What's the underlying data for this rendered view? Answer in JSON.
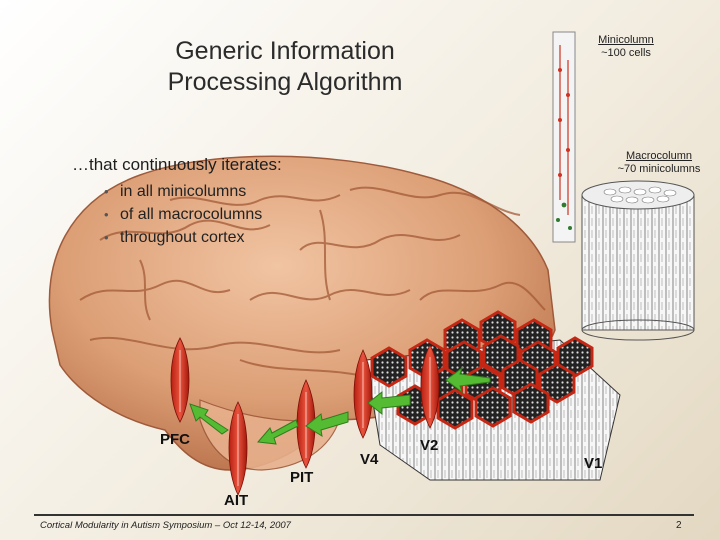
{
  "title": {
    "line1": "Generic Information",
    "line2": "Processing Algorithm"
  },
  "lead": "…that continuously iterates:",
  "bullets": [
    "in all minicolumns",
    "of all macrocolumns",
    "throughout cortex"
  ],
  "minicolumn": {
    "label": "Minicolumn",
    "sub": "~100 cells"
  },
  "macrocolumn": {
    "label": "Macrocolumn",
    "sub": "~70 minicolumns"
  },
  "regions": {
    "pfc": "PFC",
    "ait": "AIT",
    "pit": "PIT",
    "v4": "V4",
    "v2": "V2",
    "v1": "V1"
  },
  "footer": "Cortical Modularity in Autism Symposium – Oct 12-14, 2007",
  "page_number": "2",
  "colors": {
    "brain": "#d99a72",
    "arrow": "#55bb33",
    "column_red": "#cc2a1a",
    "accent_line": "#333333"
  },
  "icons": {
    "bullet": "bullet-dot-icon",
    "arrow": "arrow-left-icon"
  }
}
